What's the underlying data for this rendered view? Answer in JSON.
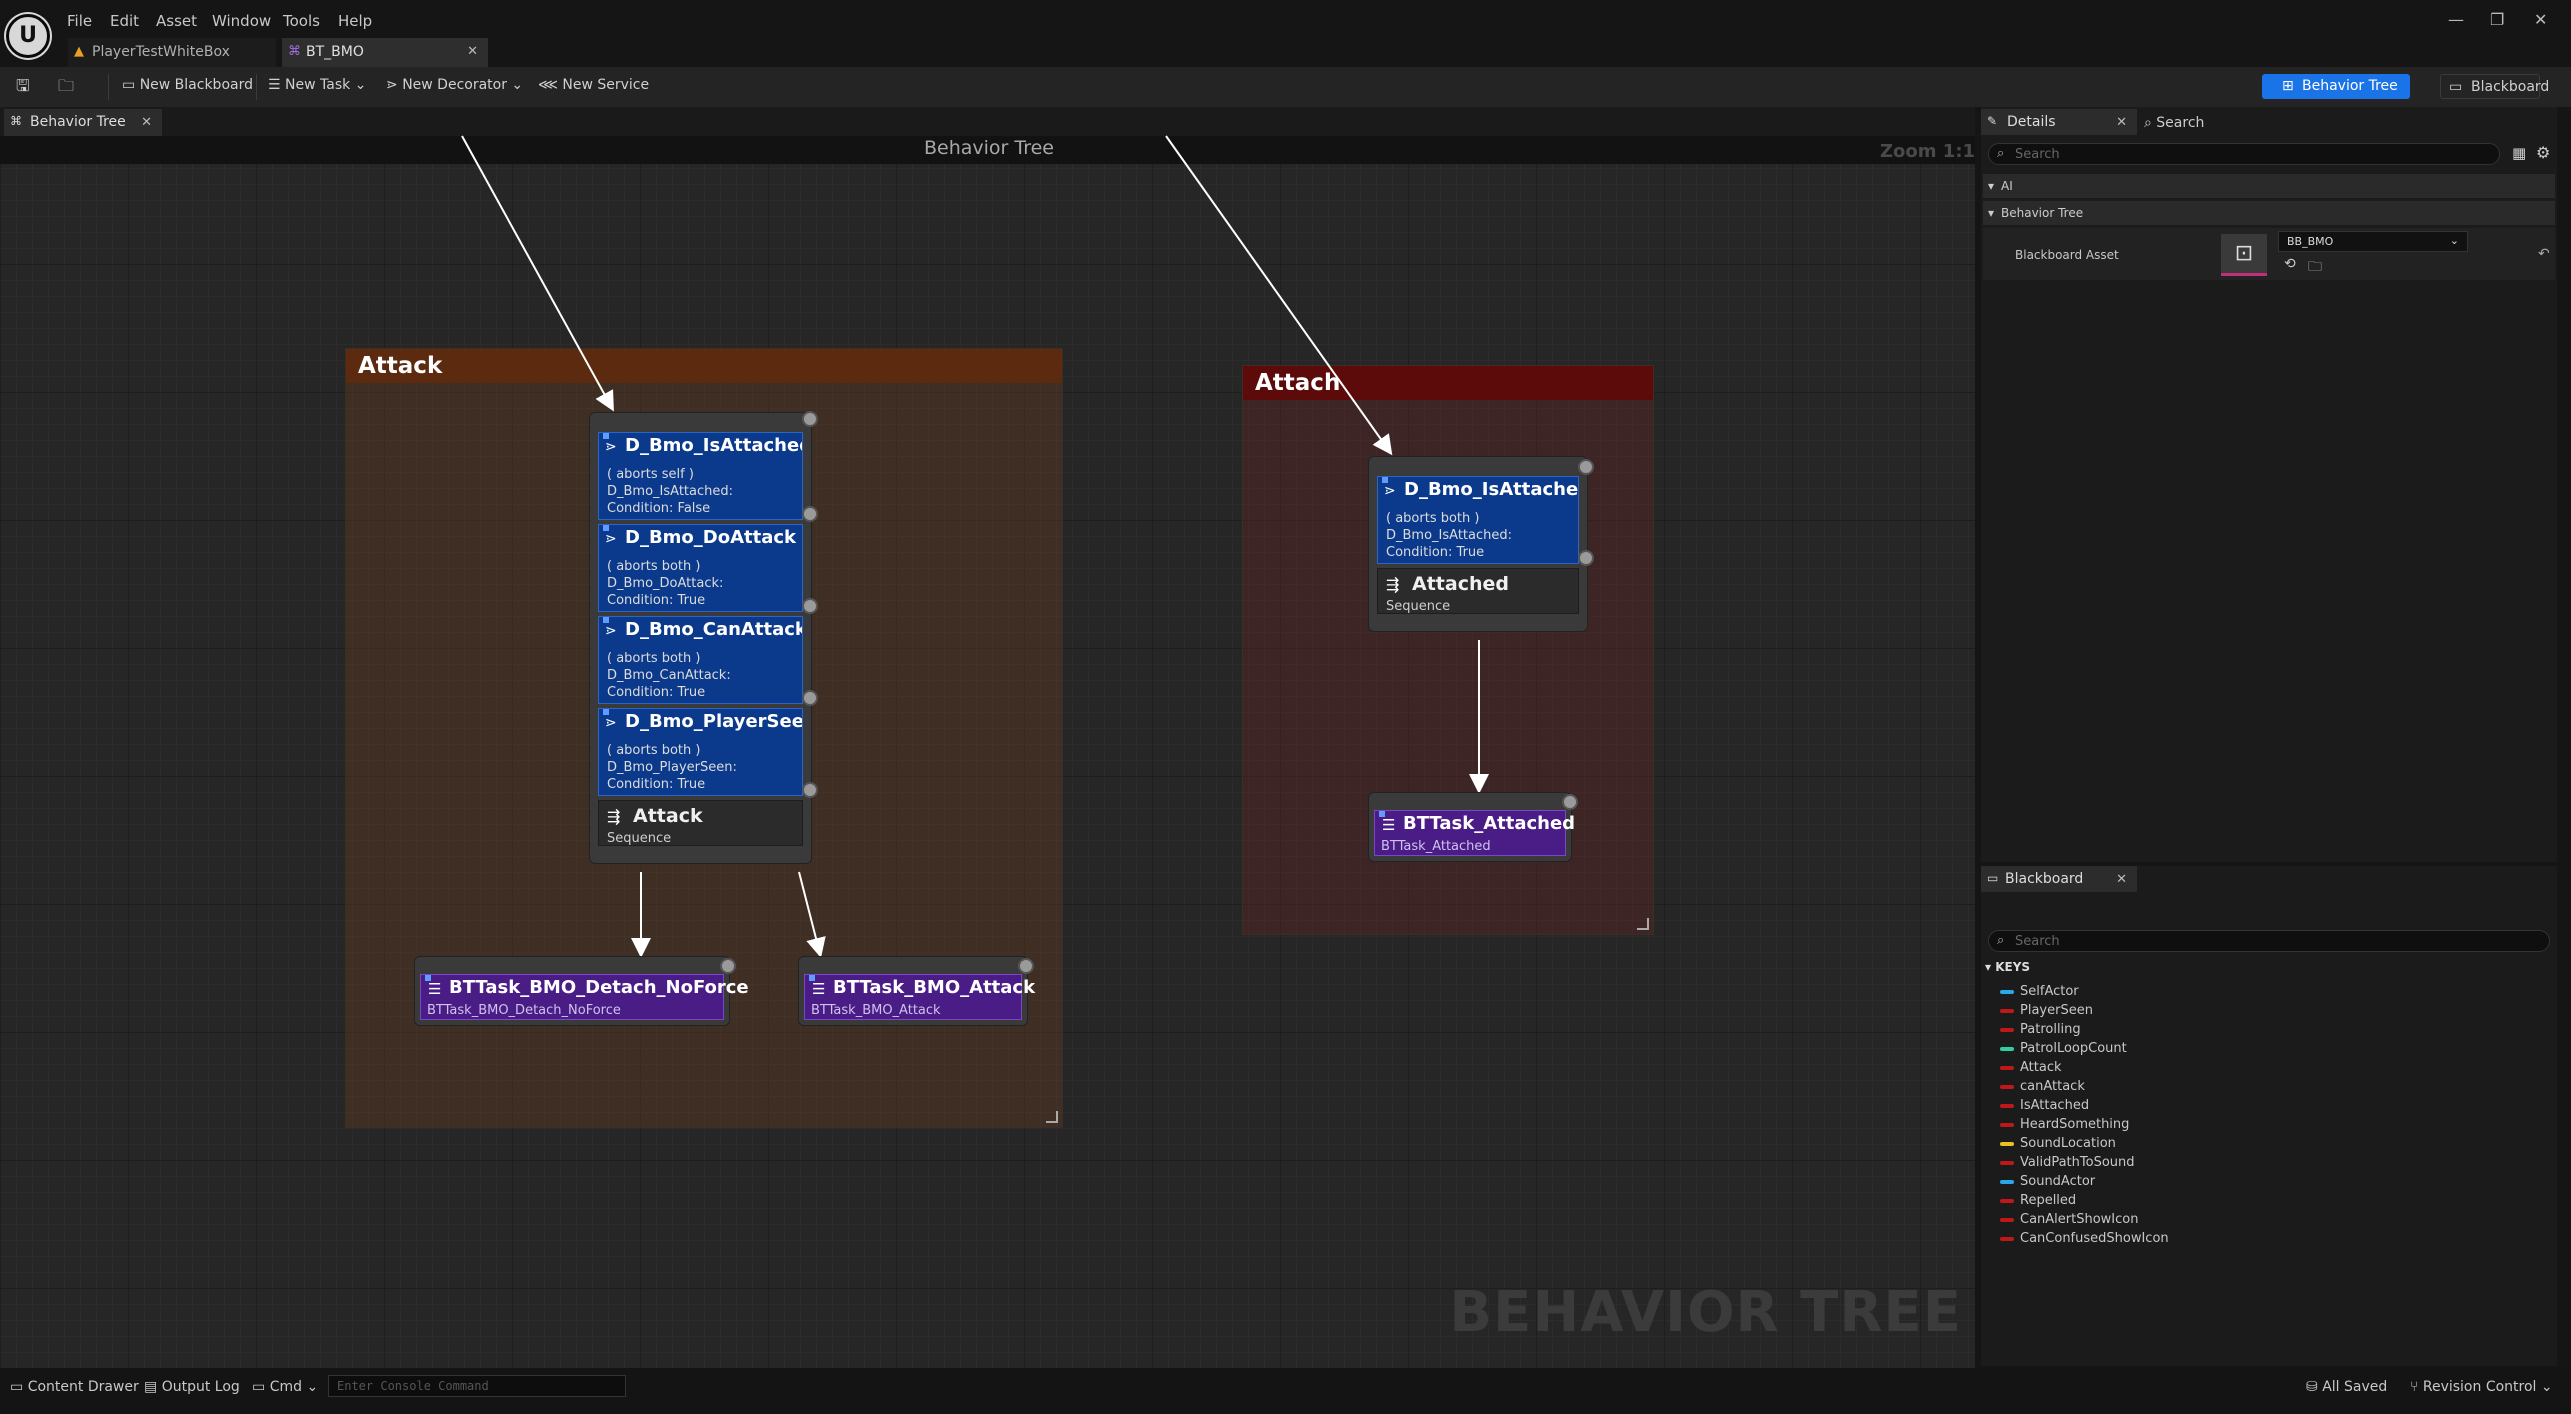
{
  "menu": [
    "File",
    "Edit",
    "Asset",
    "Window",
    "Tools",
    "Help"
  ],
  "doc_tabs": [
    {
      "label": "PlayerTestWhiteBox"
    },
    {
      "label": "BT_BMO"
    }
  ],
  "toolbar": {
    "new_blackboard": "New Blackboard",
    "new_task": "New Task",
    "new_decorator": "New Decorator",
    "new_service": "New Service",
    "mode_behavior_tree": "Behavior Tree",
    "mode_blackboard": "Blackboard"
  },
  "graph": {
    "tab_label": "Behavior Tree",
    "title": "Behavior Tree",
    "zoom": "Zoom 1:1",
    "watermark": "BEHAVIOR TREE"
  },
  "comments": {
    "attack": "Attack",
    "attach": "Attach"
  },
  "nodes": {
    "attack_decorators": [
      {
        "title": "D_Bmo_IsAttached",
        "aborts": "( aborts self )",
        "name": "D_Bmo_IsAttached:",
        "condition": "Condition: False"
      },
      {
        "title": "D_Bmo_DoAttack",
        "aborts": "( aborts both )",
        "name": "D_Bmo_DoAttack:",
        "condition": "Condition: True"
      },
      {
        "title": "D_Bmo_CanAttack",
        "aborts": "( aborts both )",
        "name": "D_Bmo_CanAttack:",
        "condition": "Condition: True"
      },
      {
        "title": "D_Bmo_PlayerSeen",
        "aborts": "( aborts both )",
        "name": "D_Bmo_PlayerSeen:",
        "condition": "Condition: True"
      }
    ],
    "attack_sequence": {
      "title": "Attack",
      "sub": "Sequence"
    },
    "task_detach": {
      "title": "BTTask_BMO_Detach_NoForce",
      "sub": "BTTask_BMO_Detach_NoForce"
    },
    "task_attack": {
      "title": "BTTask_BMO_Attack",
      "sub": "BTTask_BMO_Attack"
    },
    "attach_decorator": {
      "title": "D_Bmo_IsAttached",
      "aborts": "( aborts both )",
      "name": "D_Bmo_IsAttached:",
      "condition": "Condition: True"
    },
    "attach_sequence": {
      "title": "Attached",
      "sub": "Sequence"
    },
    "task_attached": {
      "title": "BTTask_Attached",
      "sub": "BTTask_Attached"
    }
  },
  "details": {
    "tab": "Details",
    "search_tab": "Search",
    "search_placeholder": "Search",
    "section_ai": "AI",
    "section_bt": "Behavior Tree",
    "blackboard_asset_label": "Blackboard Asset",
    "blackboard_asset_value": "BB_BMO"
  },
  "blackboard": {
    "tab": "Blackboard",
    "search_placeholder": "Search",
    "keys_header": "KEYS",
    "keys": [
      {
        "name": "SelfActor",
        "color": "#2aa7e8"
      },
      {
        "name": "PlayerSeen",
        "color": "#c01818"
      },
      {
        "name": "Patrolling",
        "color": "#c01818"
      },
      {
        "name": "PatrolLoopCount",
        "color": "#2fd0a0"
      },
      {
        "name": "Attack",
        "color": "#c01818"
      },
      {
        "name": "canAttack",
        "color": "#c01818"
      },
      {
        "name": "IsAttached",
        "color": "#c01818"
      },
      {
        "name": "HeardSomething",
        "color": "#c01818"
      },
      {
        "name": "SoundLocation",
        "color": "#e8c020"
      },
      {
        "name": "ValidPathToSound",
        "color": "#c01818"
      },
      {
        "name": "SoundActor",
        "color": "#2aa7e8"
      },
      {
        "name": "Repelled",
        "color": "#c01818"
      },
      {
        "name": "CanAlertShowIcon",
        "color": "#c01818"
      },
      {
        "name": "CanConfusedShowIcon",
        "color": "#c01818"
      }
    ]
  },
  "statusbar": {
    "content_drawer": "Content Drawer",
    "output_log": "Output Log",
    "cmd": "Cmd",
    "console_placeholder": "Enter Console Command",
    "all_saved": "All Saved",
    "revision_control": "Revision Control"
  },
  "colors": {
    "accent": "#1b73e8",
    "decorator": "#0b3a8c",
    "task": "#4a1c86",
    "attack_comment": "#5b2a0f",
    "attach_comment": "#5c0a0a"
  }
}
